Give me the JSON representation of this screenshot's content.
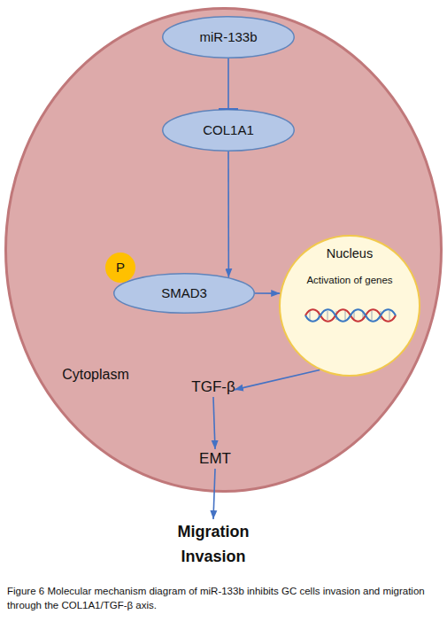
{
  "diagram": {
    "caption": "Figure 6 Molecular mechanism diagram of miR-133b inhibits GC cells invasion and migration through the COL1A1/TGF-β axis.",
    "nodes": [
      {
        "text": [
          "Cytoplasm"
        ]
      },
      {
        "text": [
          "miR-133b"
        ],
        "in": 0
      },
      {
        "text": [
          "COL1A1"
        ],
        "in": 0
      },
      {
        "text": [
          "P"
        ],
        "in": 0
      },
      {
        "text": [
          "SMAD3"
        ],
        "in": 0
      },
      {
        "text": [
          "Nucleus",
          "Activation of genes"
        ],
        "in": 0
      },
      {
        "text": [
          "TGF-β"
        ],
        "in": 0
      },
      {
        "text": [
          "EMT"
        ],
        "in": 0
      },
      {
        "text": [
          "Migration Invasion"
        ]
      }
    ],
    "edges": [
      {
        "from": 1,
        "to": 2,
        "arrow": "to"
      },
      {
        "from": 2,
        "to": 4,
        "arrow": "to"
      },
      {
        "from": 4,
        "to": 5,
        "arrow": "to"
      },
      {
        "from": 5,
        "to": 6,
        "arrow": "to"
      },
      {
        "from": 6,
        "to": 7,
        "arrow": "to"
      },
      {
        "from": 7,
        "to": 8,
        "arrow": "to"
      }
    ]
  }
}
